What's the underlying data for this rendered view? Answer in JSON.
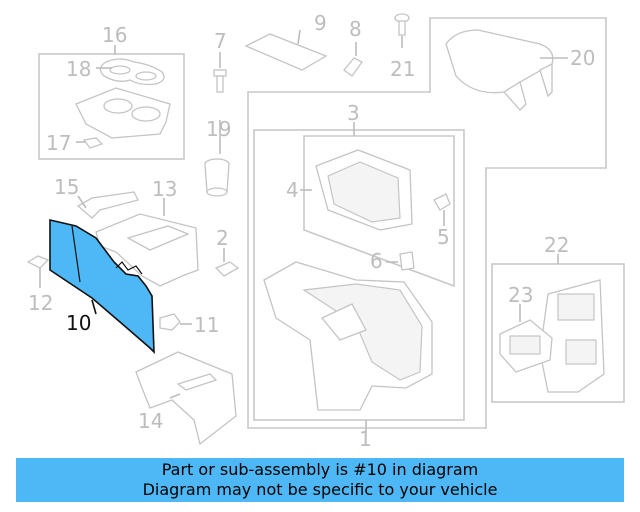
{
  "diagram": {
    "callouts": [
      {
        "id": "1",
        "label": "1"
      },
      {
        "id": "2",
        "label": "2"
      },
      {
        "id": "3",
        "label": "3"
      },
      {
        "id": "4",
        "label": "4"
      },
      {
        "id": "5",
        "label": "5"
      },
      {
        "id": "6",
        "label": "6"
      },
      {
        "id": "7",
        "label": "7"
      },
      {
        "id": "8",
        "label": "8"
      },
      {
        "id": "9",
        "label": "9"
      },
      {
        "id": "10",
        "label": "10",
        "highlighted": true
      },
      {
        "id": "11",
        "label": "11"
      },
      {
        "id": "12",
        "label": "12"
      },
      {
        "id": "13",
        "label": "13"
      },
      {
        "id": "14",
        "label": "14"
      },
      {
        "id": "15",
        "label": "15"
      },
      {
        "id": "16",
        "label": "16"
      },
      {
        "id": "17",
        "label": "17"
      },
      {
        "id": "18",
        "label": "18"
      },
      {
        "id": "19",
        "label": "19"
      },
      {
        "id": "20",
        "label": "20"
      },
      {
        "id": "21",
        "label": "21"
      },
      {
        "id": "22",
        "label": "22"
      },
      {
        "id": "23",
        "label": "23"
      }
    ],
    "colors": {
      "highlight_part": "#4db8f5",
      "linework": "#c4c4c4",
      "highlight_label": "#111111"
    }
  },
  "banner": {
    "line1": "Part or sub-assembly is #10 in diagram",
    "line2": "Diagram may not be specific to your vehicle",
    "background": "#4db8f5"
  }
}
